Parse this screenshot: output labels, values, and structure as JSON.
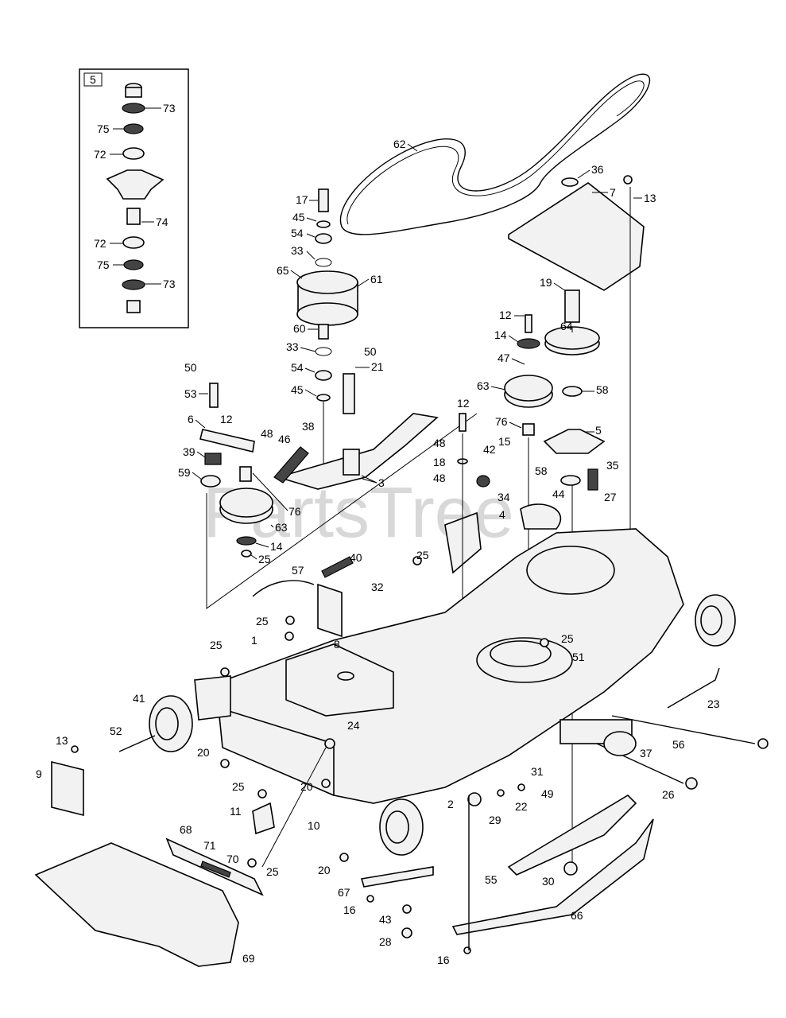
{
  "watermark": "PartsTree",
  "inset": {
    "label": "5"
  },
  "callouts": [
    {
      "id": "c73a",
      "text": "73"
    },
    {
      "id": "c75a",
      "text": "75"
    },
    {
      "id": "c72a",
      "text": "72"
    },
    {
      "id": "c74",
      "text": "74"
    },
    {
      "id": "c72b",
      "text": "72"
    },
    {
      "id": "c75b",
      "text": "75"
    },
    {
      "id": "c73b",
      "text": "73"
    },
    {
      "id": "c62",
      "text": "62"
    },
    {
      "id": "c36",
      "text": "36"
    },
    {
      "id": "c7",
      "text": "7"
    },
    {
      "id": "c13a",
      "text": "13"
    },
    {
      "id": "c17",
      "text": "17"
    },
    {
      "id": "c45a",
      "text": "45"
    },
    {
      "id": "c54a",
      "text": "54"
    },
    {
      "id": "c33a",
      "text": "33"
    },
    {
      "id": "c65",
      "text": "65"
    },
    {
      "id": "c61",
      "text": "61"
    },
    {
      "id": "c60",
      "text": "60"
    },
    {
      "id": "c33b",
      "text": "33"
    },
    {
      "id": "c50a",
      "text": "50"
    },
    {
      "id": "c54b",
      "text": "54"
    },
    {
      "id": "c21",
      "text": "21"
    },
    {
      "id": "c45b",
      "text": "45"
    },
    {
      "id": "c50b",
      "text": "50"
    },
    {
      "id": "c53",
      "text": "53"
    },
    {
      "id": "c6",
      "text": "6"
    },
    {
      "id": "c12a",
      "text": "12"
    },
    {
      "id": "c48a",
      "text": "48"
    },
    {
      "id": "c46",
      "text": "46"
    },
    {
      "id": "c38",
      "text": "38"
    },
    {
      "id": "c39",
      "text": "39"
    },
    {
      "id": "c59",
      "text": "59"
    },
    {
      "id": "c76a",
      "text": "76"
    },
    {
      "id": "c63a",
      "text": "63"
    },
    {
      "id": "c14a",
      "text": "14"
    },
    {
      "id": "c25a",
      "text": "25"
    },
    {
      "id": "c3",
      "text": "3"
    },
    {
      "id": "c19",
      "text": "19"
    },
    {
      "id": "c12b",
      "text": "12"
    },
    {
      "id": "c64",
      "text": "64"
    },
    {
      "id": "c14b",
      "text": "14"
    },
    {
      "id": "c47",
      "text": "47"
    },
    {
      "id": "c63b",
      "text": "63"
    },
    {
      "id": "c58a",
      "text": "58"
    },
    {
      "id": "c76b",
      "text": "76"
    },
    {
      "id": "c5",
      "text": "5"
    },
    {
      "id": "c12c",
      "text": "12"
    },
    {
      "id": "c48b",
      "text": "48"
    },
    {
      "id": "c18",
      "text": "18"
    },
    {
      "id": "c48c",
      "text": "48"
    },
    {
      "id": "c42",
      "text": "42"
    },
    {
      "id": "c15",
      "text": "15"
    },
    {
      "id": "c35",
      "text": "35"
    },
    {
      "id": "c58b",
      "text": "58"
    },
    {
      "id": "c34",
      "text": "34"
    },
    {
      "id": "c44",
      "text": "44"
    },
    {
      "id": "c27",
      "text": "27"
    },
    {
      "id": "c4",
      "text": "4"
    },
    {
      "id": "c25b",
      "text": "25"
    },
    {
      "id": "c40",
      "text": "40"
    },
    {
      "id": "c57",
      "text": "57"
    },
    {
      "id": "c32",
      "text": "32"
    },
    {
      "id": "c25c",
      "text": "25"
    },
    {
      "id": "c1",
      "text": "1"
    },
    {
      "id": "c25d",
      "text": "25"
    },
    {
      "id": "c8",
      "text": "8"
    },
    {
      "id": "c25e",
      "text": "25"
    },
    {
      "id": "c51",
      "text": "51"
    },
    {
      "id": "c41",
      "text": "41"
    },
    {
      "id": "c24",
      "text": "24"
    },
    {
      "id": "c23",
      "text": "23"
    },
    {
      "id": "c52",
      "text": "52"
    },
    {
      "id": "c13b",
      "text": "13"
    },
    {
      "id": "c9",
      "text": "9"
    },
    {
      "id": "c20a",
      "text": "20"
    },
    {
      "id": "c37",
      "text": "37"
    },
    {
      "id": "c56",
      "text": "56"
    },
    {
      "id": "c31",
      "text": "31"
    },
    {
      "id": "c49",
      "text": "49"
    },
    {
      "id": "c20b",
      "text": "20"
    },
    {
      "id": "c2",
      "text": "2"
    },
    {
      "id": "c26",
      "text": "26"
    },
    {
      "id": "c25f",
      "text": "25"
    },
    {
      "id": "c11",
      "text": "11"
    },
    {
      "id": "c22",
      "text": "22"
    },
    {
      "id": "c29",
      "text": "29"
    },
    {
      "id": "c10",
      "text": "10"
    },
    {
      "id": "c68",
      "text": "68"
    },
    {
      "id": "c71",
      "text": "71"
    },
    {
      "id": "c70",
      "text": "70"
    },
    {
      "id": "c25g",
      "text": "25"
    },
    {
      "id": "c20c",
      "text": "20"
    },
    {
      "id": "c55",
      "text": "55"
    },
    {
      "id": "c30",
      "text": "30"
    },
    {
      "id": "c67",
      "text": "67"
    },
    {
      "id": "c16a",
      "text": "16"
    },
    {
      "id": "c43",
      "text": "43"
    },
    {
      "id": "c66",
      "text": "66"
    },
    {
      "id": "c28",
      "text": "28"
    },
    {
      "id": "c69",
      "text": "69"
    },
    {
      "id": "c16b",
      "text": "16"
    }
  ]
}
